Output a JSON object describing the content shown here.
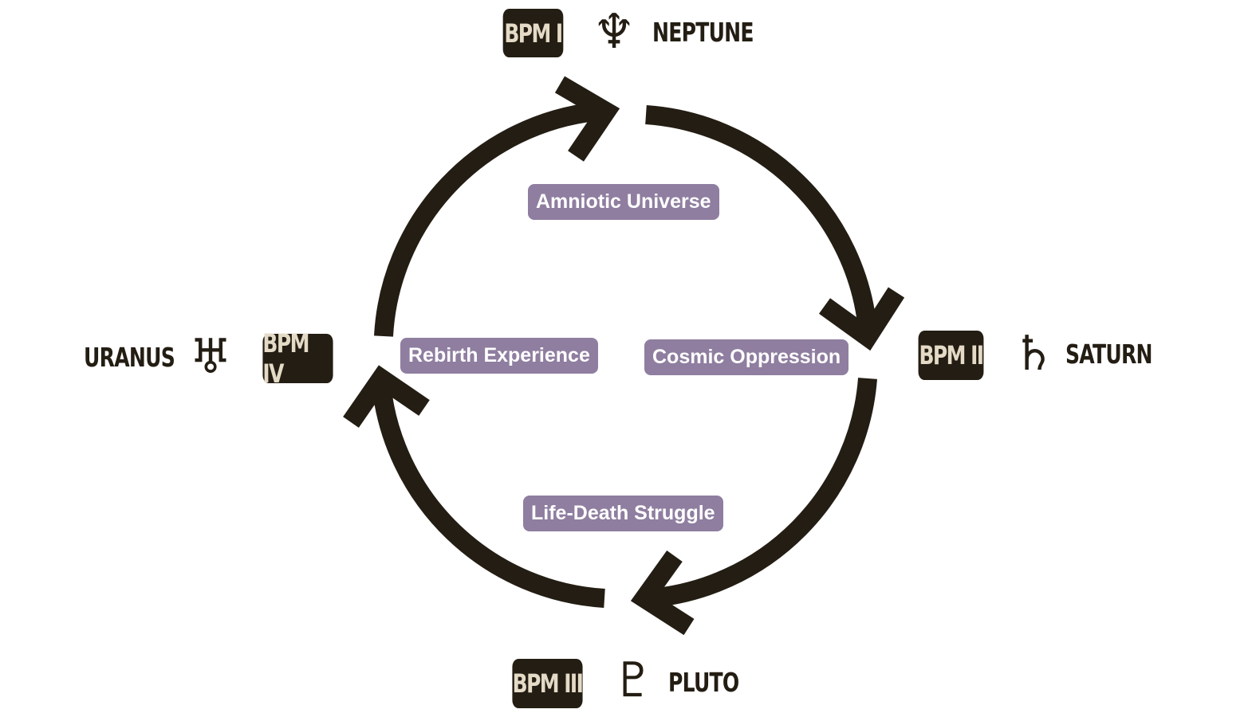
{
  "phases": [
    {
      "badge": "BPM I",
      "planet": "NEPTUNE",
      "symbol": "♆",
      "stage": "Amniotic Universe"
    },
    {
      "badge": "BPM II",
      "planet": "SATURN",
      "symbol": "♄",
      "stage": "Cosmic Oppression"
    },
    {
      "badge": "BPM III",
      "planet": "PLUTO",
      "symbol": "♇",
      "stage": "Life-Death Struggle"
    },
    {
      "badge": "BPM IV",
      "planet": "URANUS",
      "symbol": "♅",
      "stage": "Rebirth Experience"
    }
  ],
  "colors": {
    "dark": "#231d13",
    "badge_text": "#e4dac6",
    "stage_bg": "#8f7ea0",
    "stage_text": "#ffffff",
    "background": "#ffffff"
  }
}
